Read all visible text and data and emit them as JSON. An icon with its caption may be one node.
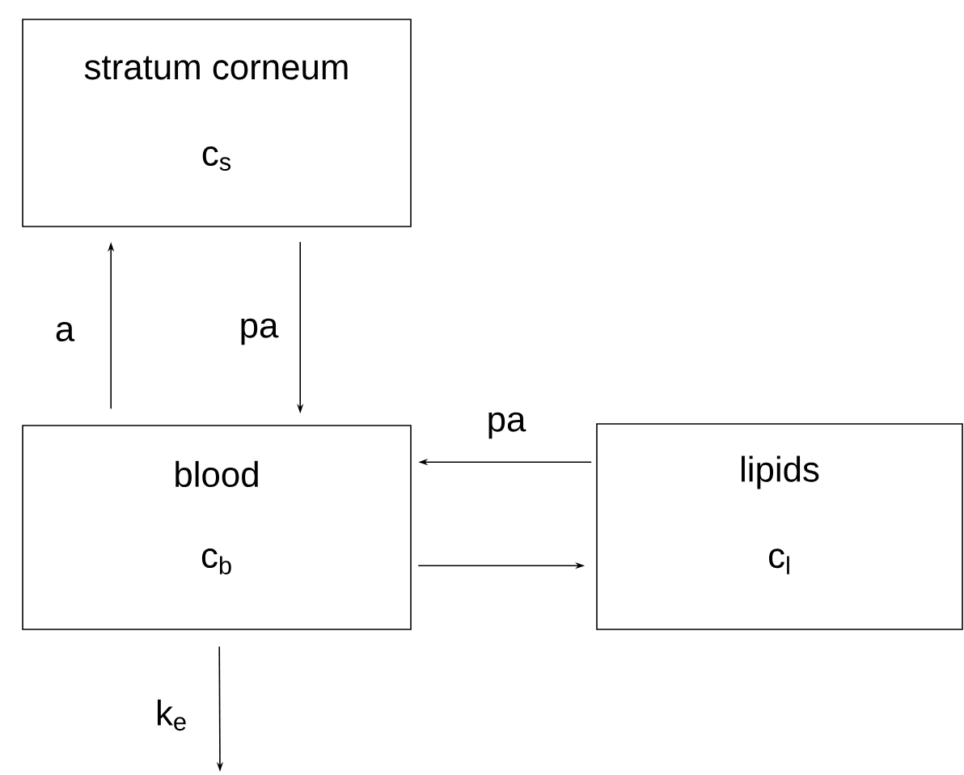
{
  "diagram": {
    "nodes": [
      {
        "text": [
          "stratum corneum",
          "c$_{s}$"
        ]
      },
      {
        "text": [
          "blood",
          "c$_{b}$"
        ]
      },
      {
        "text": [
          "lipids",
          "c$_{l}$"
        ]
      }
    ],
    "edges": [
      {
        "from": 1,
        "to": 0,
        "arrow": "to",
        "label": "a"
      },
      {
        "from": 0,
        "to": 1,
        "arrow": "to",
        "label": "pa"
      },
      {
        "from": 2,
        "to": 1,
        "arrow": "to",
        "label": "pa"
      },
      {
        "from": 1,
        "to": 2,
        "arrow": "to"
      },
      {
        "from": 1,
        "to": null,
        "arrow": "to",
        "label": "k$_{e}$"
      }
    ]
  }
}
